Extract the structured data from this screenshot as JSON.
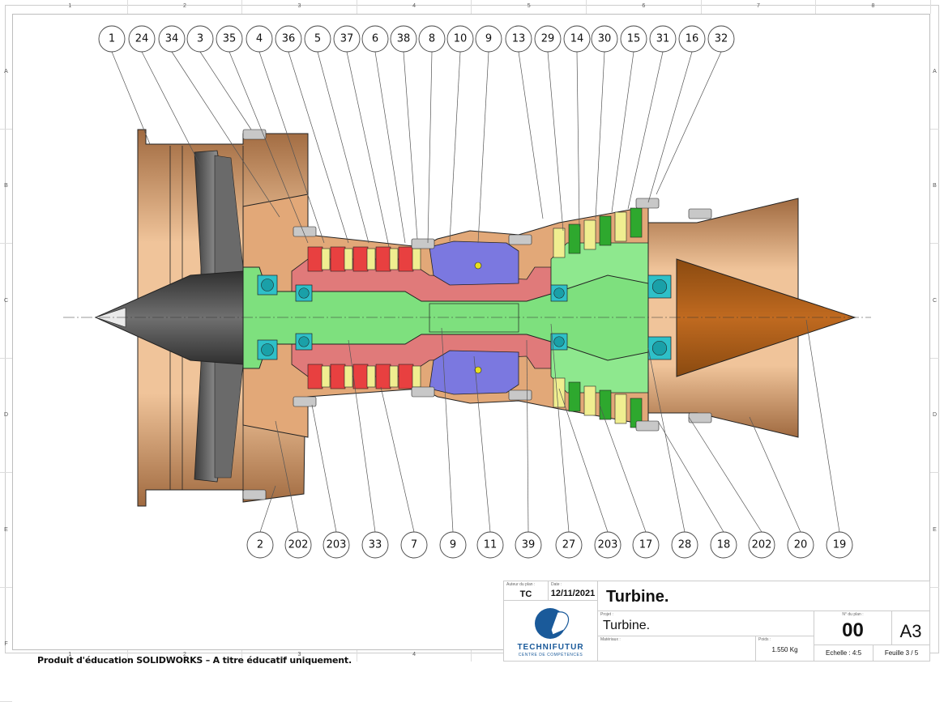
{
  "sheet": {
    "zone_columns": [
      "1",
      "2",
      "3",
      "4",
      "5",
      "6",
      "7",
      "8"
    ],
    "zone_rows": [
      "A",
      "B",
      "C",
      "D",
      "E",
      "F"
    ],
    "footer_watermark": "Produit d'éducation SOLIDWORKS – A titre éducatif uniquement."
  },
  "drawing": {
    "subject": "Turbine jet engine cross-section",
    "colors": {
      "casing": "#e2a878",
      "fan": "#5a5a5a",
      "shaft": "#7ee07e",
      "compressor_rotor": "#e84040",
      "compressor_drum": "#e07a7a",
      "stator_vanes": "#f0ee90",
      "turbine_blades": "#2ea82e",
      "combustor": "#7b78e0",
      "bearings": "#2ec0c8",
      "exhaust_cone": "#b8651c",
      "bolts": "#c8c8c8"
    },
    "balloons_top": [
      "1",
      "24",
      "34",
      "3",
      "35",
      "4",
      "36",
      "5",
      "37",
      "6",
      "38",
      "8",
      "10",
      "9",
      "13",
      "29",
      "14",
      "30",
      "15",
      "31",
      "16",
      "32"
    ],
    "balloons_bottom": [
      "2",
      "202",
      "203",
      "33",
      "7",
      "9",
      "11",
      "39",
      "27",
      "203",
      "17",
      "28",
      "18",
      "202",
      "20",
      "19"
    ]
  },
  "title_block": {
    "author_label": "Auteur du plan :",
    "author": "TC",
    "date_label": "Date :",
    "date": "12/11/2021",
    "title": "Turbine.",
    "project_label": "Projet :",
    "project": "Turbine.",
    "material_label": "Matériaux :",
    "material": "",
    "weight_label": "Poids :",
    "weight": "1.550 Kg",
    "plan_number_label": "N° du plan :",
    "plan_number": "00",
    "format": "A3",
    "scale": "Echelle : 4:5",
    "sheet": "Feuille 3 / 5",
    "logo_name": "TECHNIFUTUR",
    "logo_sub": "CENTRE DE COMPÉTENCES",
    "logo_color": "#1a5a9a"
  }
}
